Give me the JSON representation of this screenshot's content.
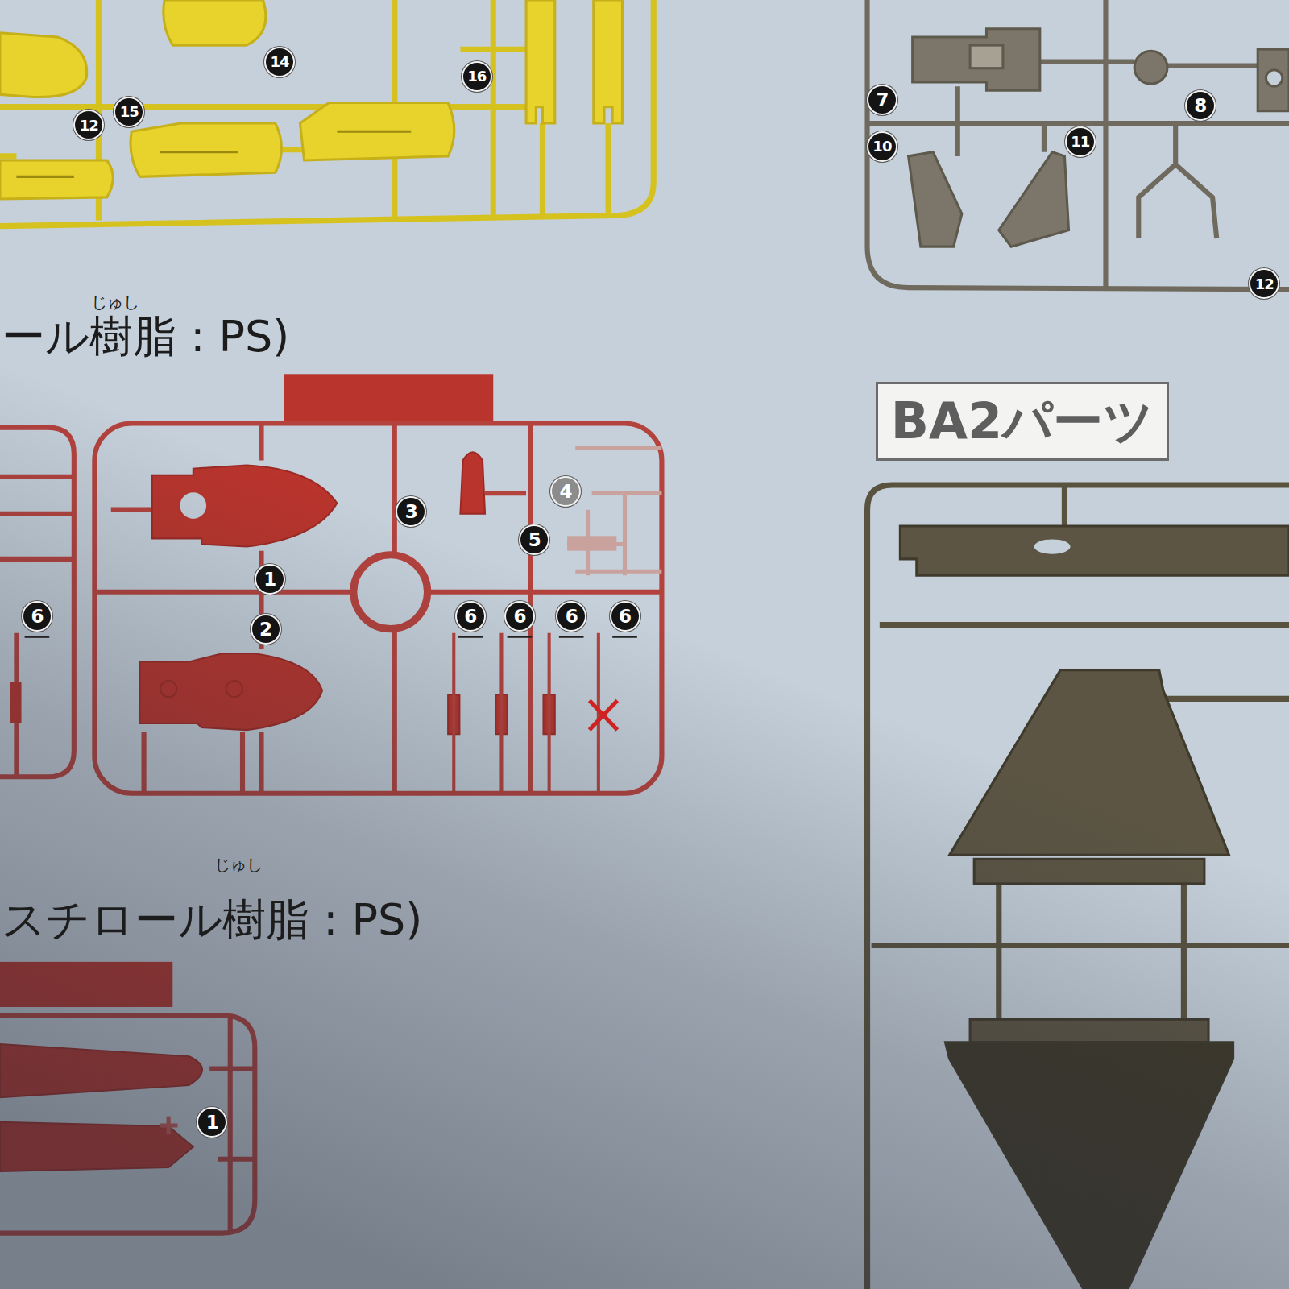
{
  "diagram": {
    "nodes": [
      {
        "text": [
          "BA2パーツ"
        ]
      }
    ],
    "labels": [
      "14",
      "16",
      "12",
      "15",
      "7",
      "10",
      "11",
      "8",
      "12",
      "じゅし",
      "ール樹脂 : PS)",
      "6",
      "3",
      "4",
      "1",
      "5",
      "2",
      "6",
      "6",
      "6",
      "6",
      "じゅし",
      "スチロール樹脂 : PS)",
      "1"
    ]
  }
}
